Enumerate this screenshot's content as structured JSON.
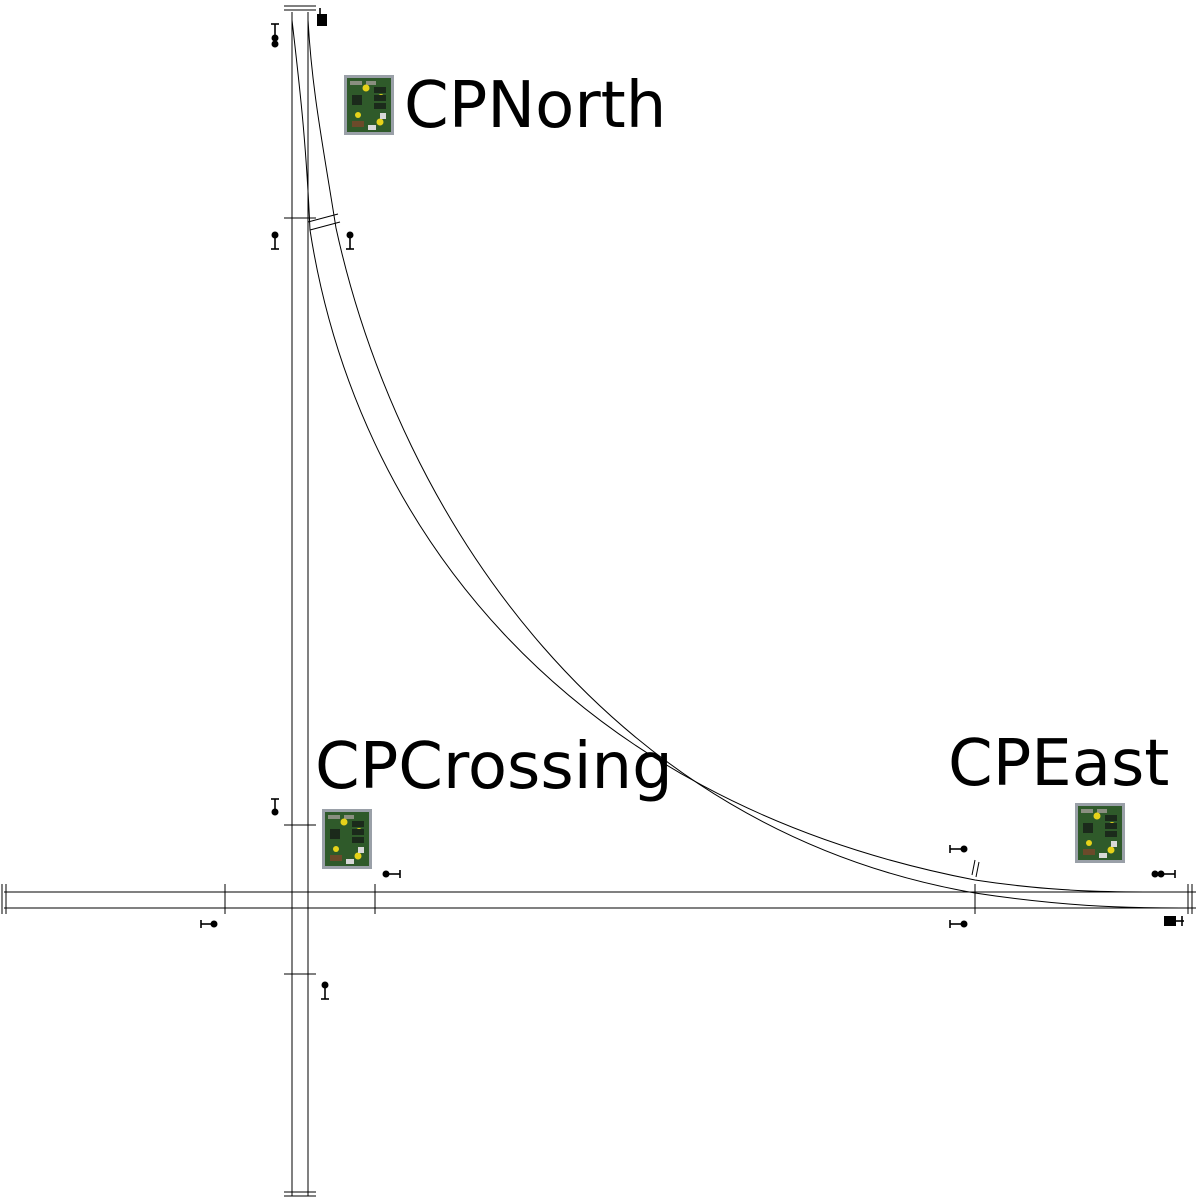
{
  "diagram": {
    "labels": {
      "cp_north": "CPNorth",
      "cp_crossing": "CPCrossing",
      "cp_east": "CPEast"
    },
    "colors": {
      "background": "#ffffff",
      "track": "#000000",
      "board_green": "#2f5a2a",
      "board_frame": "#9aa0a8",
      "board_led": "#e6d21a"
    },
    "icons": {
      "control_point_board": "circuit-board-icon",
      "signal_mast": "signal-mast-icon"
    }
  }
}
